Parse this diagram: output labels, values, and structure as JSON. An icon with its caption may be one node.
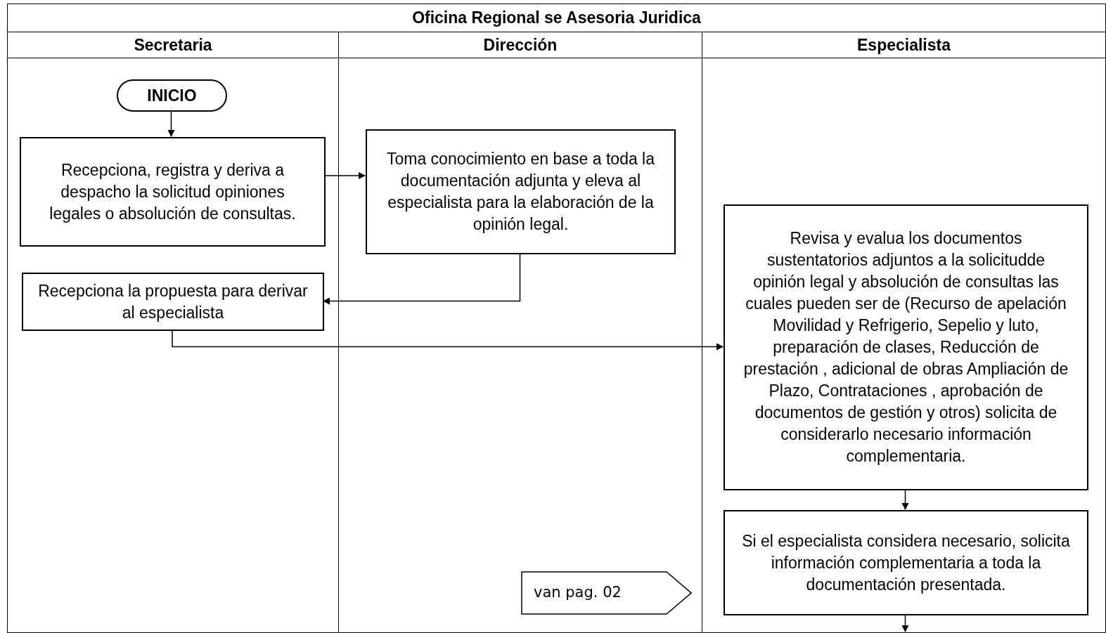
{
  "diagram": {
    "title": "Oficina Regional se Asesoria Juridica",
    "nodes": [
      {
        "text": [
          "Secretaria"
        ]
      },
      {
        "text": [
          "Dirección"
        ]
      },
      {
        "text": [
          "Especialista"
        ]
      },
      {
        "text": [
          "INICIO"
        ],
        "in": 0
      },
      {
        "text": [
          "Recepciona, registra y deriva a despacho la solicitud opiniones legales o absolución de consultas."
        ],
        "in": 0
      },
      {
        "text": [
          "Toma conocimiento en base a toda la documentación adjunta y eleva al especialista para la elaboración de la opinión legal."
        ],
        "in": 1
      },
      {
        "text": [
          "Recepciona la propuesta para derivar al especialista"
        ],
        "in": 0
      },
      {
        "text": [
          "Revisa y evalua los documentos sustentatorios adjuntos a la solicitudde opinión legal y absolución de consultas las cuales pueden ser de (Recurso de apelación Movilidad y Refrigerio, Sepelio y luto, preparación de clases, Reducción de prestación , adicional de obras Ampliación de Plazo, Contrataciones , aprobación de documentos de gestión y otros) solicita de considerarlo necesario información complementaria."
        ],
        "in": 2
      },
      {
        "text": [
          "Si el especialista considera necesario, solicita información complementaria a toda la documentación presentada."
        ],
        "in": 2
      },
      {
        "text": [
          "van pag. 02"
        ],
        "in": 1
      }
    ],
    "edges": [
      {
        "from": 3,
        "to": 4,
        "arrow": "to"
      },
      {
        "from": 4,
        "to": 5,
        "arrow": "to"
      },
      {
        "from": 5,
        "to": 6,
        "arrow": "to"
      },
      {
        "from": 6,
        "to": 7,
        "arrow": "to"
      },
      {
        "from": 7,
        "to": 8,
        "arrow": "to"
      },
      {
        "from": 8,
        "to": null,
        "arrow": "to"
      }
    ]
  }
}
